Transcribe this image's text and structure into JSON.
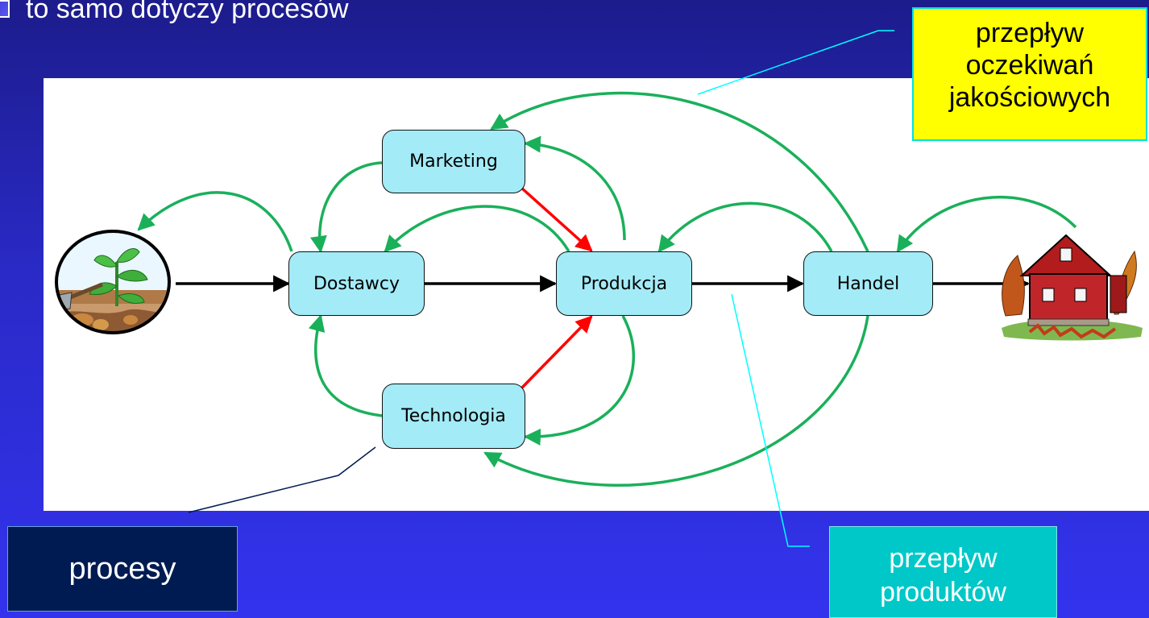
{
  "bullet": {
    "text": "to samo dotyczy procesów"
  },
  "nodes": {
    "marketing": "Marketing",
    "dostawcy": "Dostawcy",
    "produkcja": "Produkcja",
    "handel": "Handel",
    "technologia": "Technologia"
  },
  "callouts": {
    "quality_flow": {
      "line1": "przepływ",
      "line2": "oczekiwań",
      "line3": "jakościowych"
    },
    "processes": "procesy",
    "product_flow": {
      "line1": "przepływ",
      "line2": "produktów"
    }
  },
  "colors": {
    "background": "#2a2ac8",
    "node_fill": "#a3ebf7",
    "quality_arrow": "#1ab05a",
    "process_arrow": "#ff0000",
    "product_arrow": "#000000",
    "callout_yellow": "#ffff00",
    "callout_navy": "#001b52",
    "callout_teal": "#00c8c8"
  },
  "icons": {
    "source": "garden-plant-shovel-icon",
    "destination": "red-house-icon"
  }
}
